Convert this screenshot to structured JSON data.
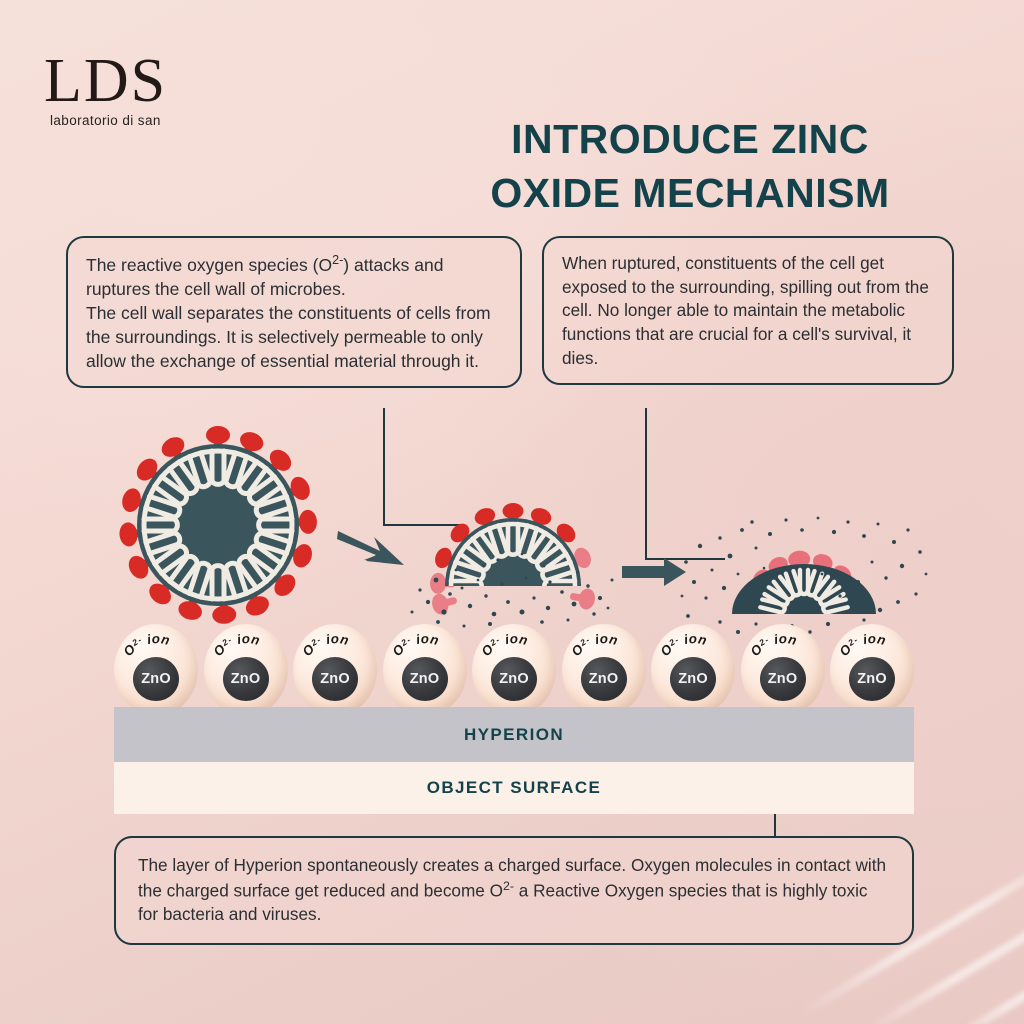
{
  "brand": {
    "mark": "LDS",
    "tagline": "laboratorio di san"
  },
  "header": {
    "title_line1": "INTRODUCE ZINC",
    "title_line2": "OXIDE MECHANISM",
    "title_color": "#14424a"
  },
  "callouts": {
    "left": "The reactive oxygen species (O2-) attacks and ruptures the cell wall of microbes.\nThe cell wall separates the constituents of cells from the surroundings. It is selectively permeable to only allow the exchange of essential material through it.",
    "right": "When ruptured, constituents of the cell get exposed to the surrounding, spilling out from the cell. No longer able to maintain the metabolic functions that are crucial for a cell's survival, it dies.",
    "bottom": "The layer of Hyperion spontaneously creates a charged surface.  Oxygen molecules in contact with the charged surface get reduced and become O2- a Reactive Oxygen species that is highly toxic for bacteria and viruses."
  },
  "layers": {
    "hyperion_label": "HYPERION",
    "hyperion_color": "#c4c3ca",
    "object_label": "OBJECT SURFACE",
    "object_color": "#fbf1e8"
  },
  "particles": {
    "ion_label_base": "O",
    "ion_label_sup": "2-",
    "ion_label_tail": "ion",
    "core_label": "ZnO",
    "count": 9
  },
  "stages": [
    {
      "name": "intact-virus",
      "state": "intact"
    },
    {
      "name": "ruptured-virus",
      "state": "ruptured"
    },
    {
      "name": "dead-virus",
      "state": "disintegrated"
    }
  ],
  "palette": {
    "teal": "#14424a",
    "virus_body": "#3a555c",
    "spike_red": "#d92b26",
    "spike_pink": "#e8707a",
    "background_pink": "#f4d8d2",
    "outline": "#1e3840"
  }
}
